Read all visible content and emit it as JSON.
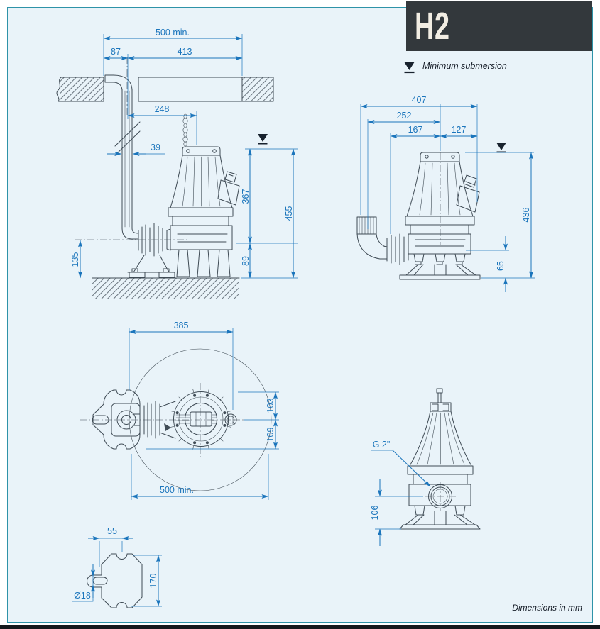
{
  "page": {
    "model": "H2",
    "legend_label": "Minimum submersion",
    "footer_note": "Dimensions in mm",
    "colors": {
      "frame": "#2e93a8",
      "canvas": "#e9f3f9",
      "dimension": "#1b75bc",
      "drawing_line": "#3f4b55",
      "header_bg": "#33383c",
      "header_text": "#f2ede3",
      "bottom_bar": "#14181c"
    }
  },
  "dims": {
    "install": {
      "clearance": "500 min.",
      "wall_to_pipe": "87",
      "pipe_to_wall": "413",
      "pipe_to_hook": "248",
      "pipe_od": "39",
      "submersion_to_outlet": "367",
      "submersion_to_floor": "455",
      "outlet_center_height": "135",
      "outlet_to_floor": "89"
    },
    "side": {
      "overall_width": "407",
      "elbow_to_axis": "252",
      "coupling_to_axis": "167",
      "axis_to_gland": "127",
      "submersion_height": "436",
      "outlet_height": "65"
    },
    "top": {
      "overall_width": "385",
      "axis_to_front": "103",
      "axis_to_back": "109",
      "clearance": "500 min."
    },
    "front": {
      "thread": "G 2\"",
      "port_height": "106"
    },
    "detail": {
      "notch_offset": "55",
      "height": "170",
      "slot_width": "Ø18"
    }
  }
}
